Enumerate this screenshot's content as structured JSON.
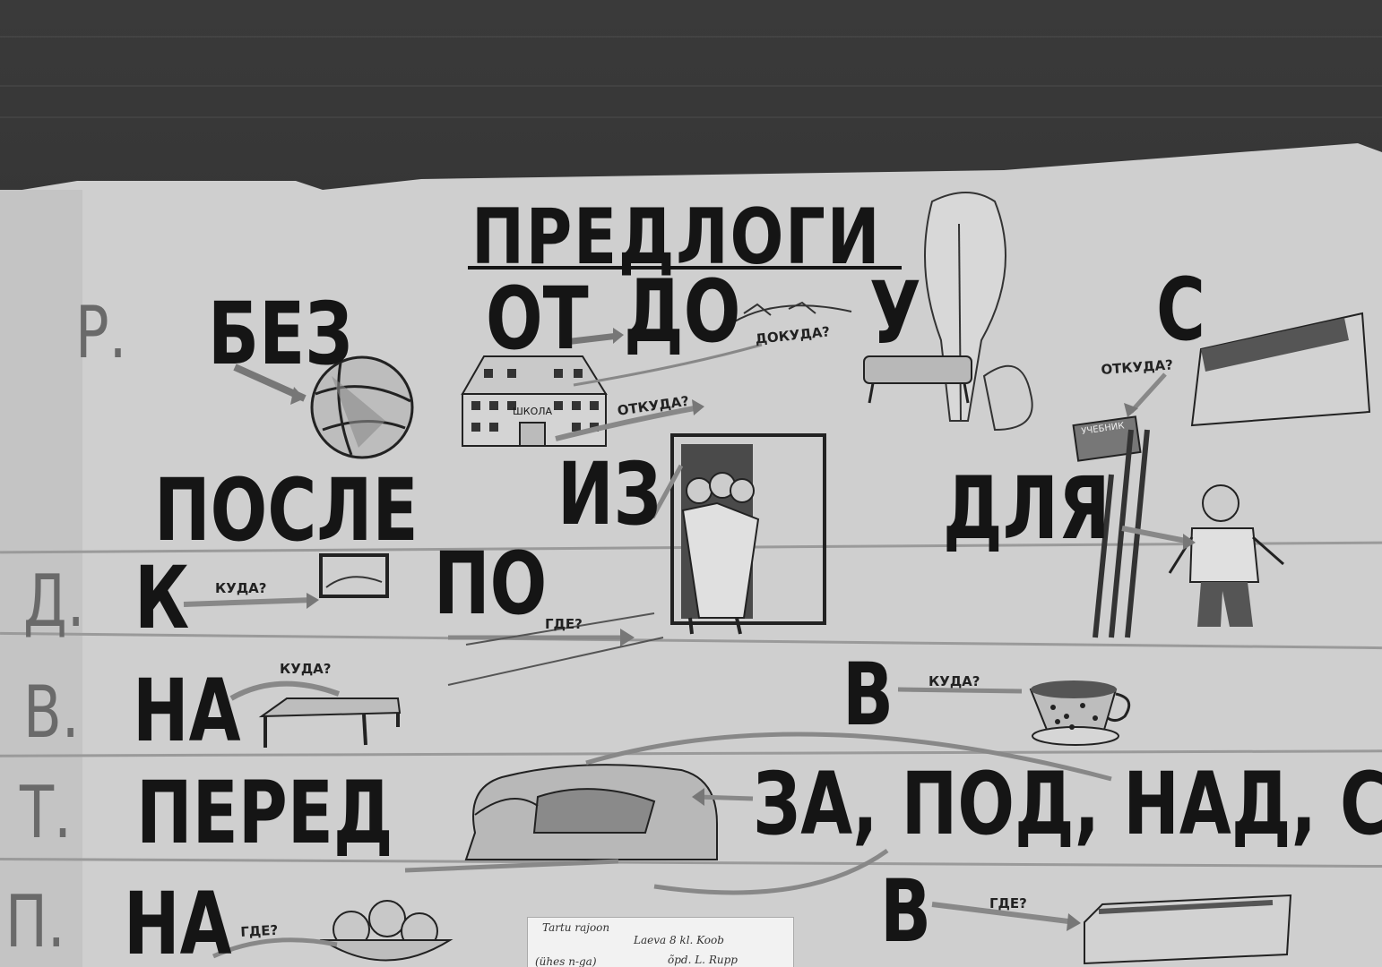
{
  "poster": {
    "title": "ПРЕДЛОГИ",
    "cases": {
      "r": "Р.",
      "d": "Д.",
      "v": "В.",
      "t": "Т.",
      "p": "П."
    },
    "prepositions": {
      "bez": "БЕЗ",
      "ot": "ОТ",
      "do": "ДО",
      "u": "У",
      "s": "С",
      "posle": "ПОСЛЕ",
      "iz": "ИЗ",
      "dlya": "ДЛЯ",
      "k": "К",
      "po": "ПО",
      "na_v": "НА",
      "v_v": "В",
      "pered": "ПЕРЕД",
      "za_pod_nad": "ЗА, ПОД, НАД, С",
      "na_p": "НА",
      "v_p": "В"
    },
    "questions": {
      "dokuda": "ДОКУДА?",
      "otkuda_school": "ОТКУДА?",
      "otkuda_book": "ОТКУДА?",
      "kuda_k": "КУДА?",
      "gde_po": "ГДЕ?",
      "kuda_na": "КУДА?",
      "kuda_v": "КУДА?",
      "gde_na": "ГДЕ?",
      "gde_v": "ГДЕ?"
    },
    "picture_labels": {
      "school": "ШКОЛА",
      "book": "УЧЕБНИК"
    },
    "note": {
      "line1": "Tartu rajoon",
      "line2": "Laeva 8 kl. Koob",
      "line3": "(ühes n-ga)",
      "line4": "õpd. L. Rupp"
    }
  },
  "colors": {
    "paper": "#cfcfcf",
    "ink": "#151515",
    "faded_ink": "#6a6a6a",
    "wall": "#2f2f2f"
  }
}
